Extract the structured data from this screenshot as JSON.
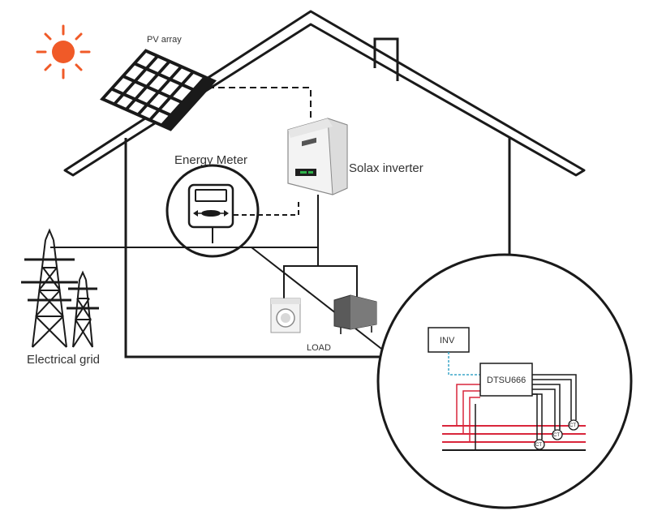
{
  "labels": {
    "pv_array": "PV array",
    "energy_meter": "Energy Meter",
    "solax_inverter": "Solax inverter",
    "electrical_grid": "Electrical grid",
    "load": "LOAD",
    "inv": "INV",
    "dtsu": "DTSU666",
    "ct": "CT"
  },
  "colors": {
    "line": "#1a1a1a",
    "sun": "#f05a28",
    "phase": "#d9263b",
    "comm": "#3aa6c8"
  }
}
